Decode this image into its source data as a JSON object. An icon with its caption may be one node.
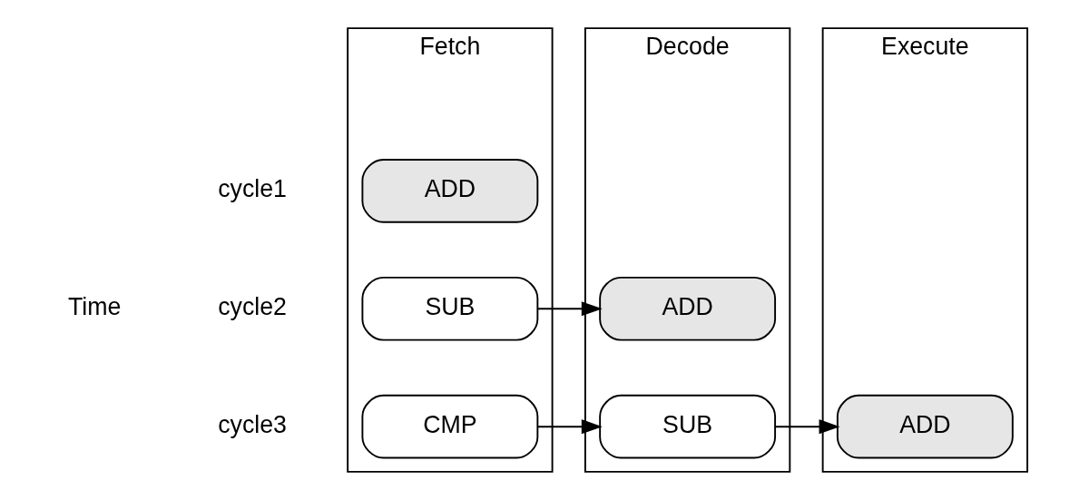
{
  "diagram": {
    "nodes": [
      {
        "text": [
          "Fetch"
        ]
      },
      {
        "text": [
          "ADD"
        ],
        "in": 0
      },
      {
        "text": [
          "SUB"
        ],
        "in": 0
      },
      {
        "text": [
          "CMP"
        ],
        "in": 0
      },
      {
        "text": [
          "Decode"
        ]
      },
      {
        "text": [
          "ADD"
        ],
        "in": 4
      },
      {
        "text": [
          "SUB"
        ],
        "in": 4
      },
      {
        "text": [
          "Execute"
        ]
      },
      {
        "text": [
          "ADD"
        ],
        "in": 7
      }
    ],
    "edges": [
      {
        "from": 2,
        "to": 5,
        "arrow": "to"
      },
      {
        "from": 3,
        "to": 6,
        "arrow": "to"
      },
      {
        "from": 6,
        "to": 8,
        "arrow": "to"
      }
    ],
    "labels": [
      "Time",
      "cycle1",
      "cycle2",
      "cycle3"
    ]
  }
}
